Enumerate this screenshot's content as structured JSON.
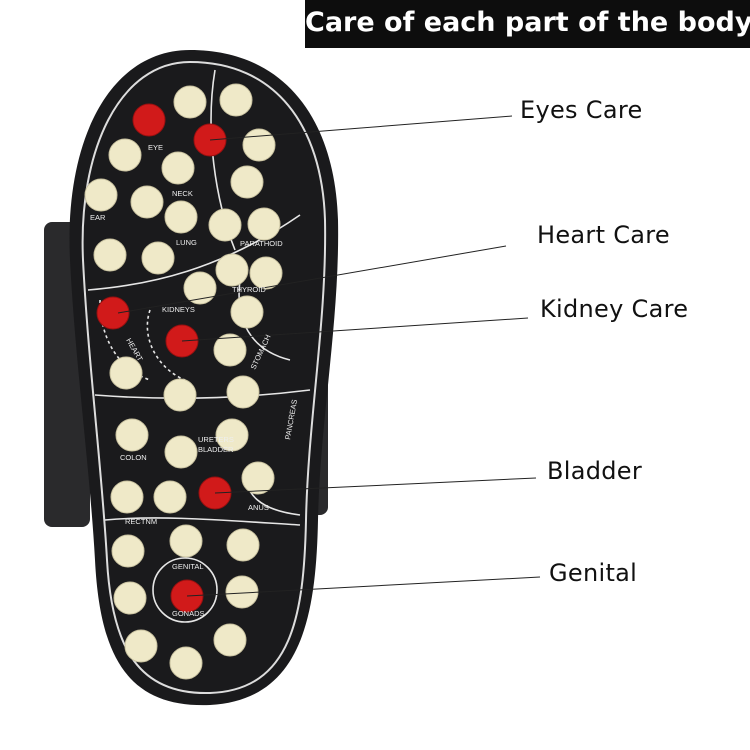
{
  "title": "Care of each part of the body",
  "callouts": [
    {
      "label": "Eyes Care"
    },
    {
      "label": "Heart Care"
    },
    {
      "label": "Kidney Care"
    },
    {
      "label": "Bladder"
    },
    {
      "label": "Genital"
    }
  ],
  "sole_labels": [
    "EYE",
    "NECK",
    "EAR",
    "LUNG",
    "PARATHOID",
    "THYROID",
    "KIDNEYS",
    "HEART",
    "STOMACH",
    "PANCREAS",
    "COLON",
    "URETERS",
    "BLADDER",
    "RECTNM",
    "ANUS",
    "GENITAL",
    "GONADS"
  ],
  "colors": {
    "bead": "#efe9c8",
    "accent_bead": "#d11a1a",
    "sole": "#1a1a1c",
    "title_bg": "#0d0d0d"
  }
}
